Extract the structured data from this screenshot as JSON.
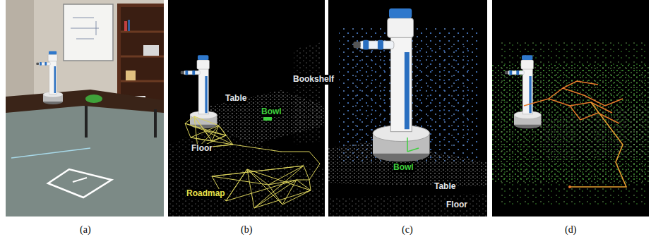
{
  "diagram": {
    "labels": [
      "Bookshelf",
      "Table",
      "Bowl",
      "Floor",
      "Roadmap",
      "Bowl",
      "Table",
      "Floor",
      "(a)",
      "(b)",
      "(c)",
      "(d)"
    ]
  }
}
